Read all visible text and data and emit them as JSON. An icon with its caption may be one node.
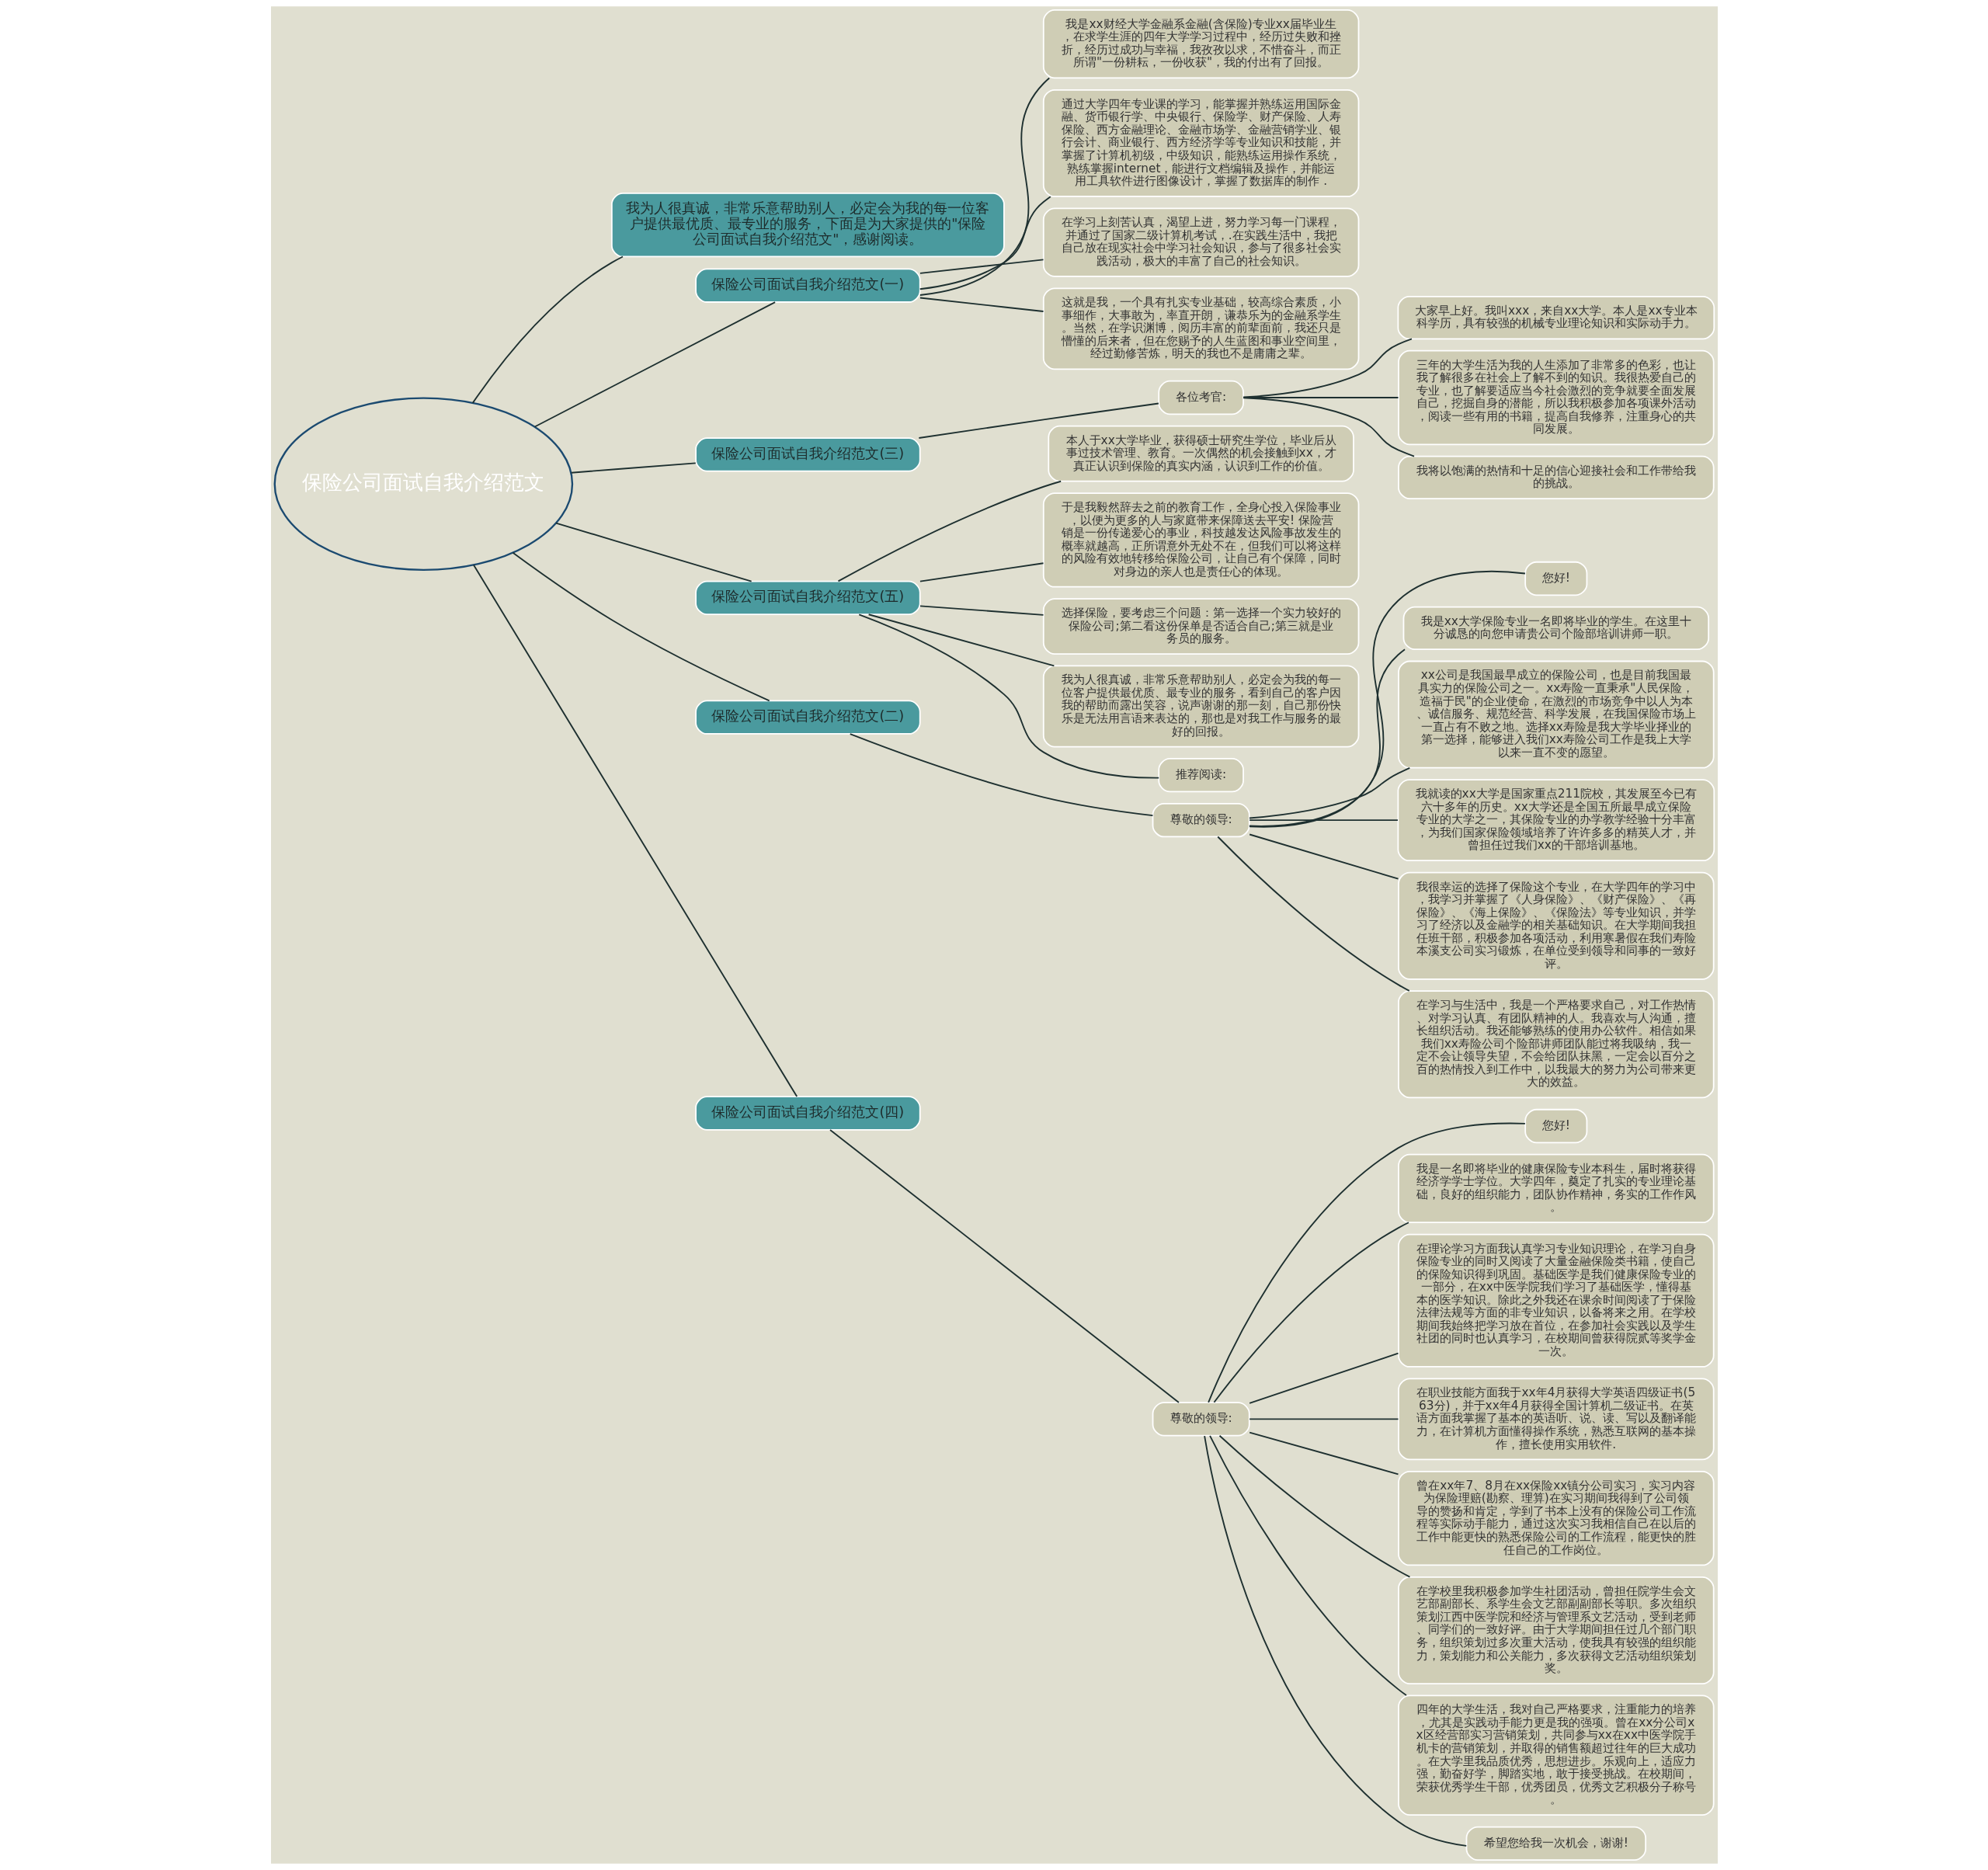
{
  "diagram": {
    "nodes": [
      {
        "text": [
          "保险公司面试自我介绍范文"
        ]
      },
      {
        "text": [
          "我为人很真诚，非常乐意帮助别人，必定会为我的每一位客户提供最优质、最专业的服务，下面是为大家提供的\"保险公司面试自我介绍范文\"，感谢阅读。"
        ]
      },
      {
        "text": [
          "保险公司面试自我介绍范文(一)"
        ]
      },
      {
        "text": [
          "我是xx财经大学金融系金融(含保险)专业xx届毕业生，在求学生涯的四年大学学习过程中，经历过失败和挫折，经历过成功与幸福，我孜孜以求，不惜奋斗，而正所谓\"一份耕耘，一份收获\"，我的付出有了回报。"
        ]
      },
      {
        "text": [
          "通过大学四年专业课的学习，能掌握并熟练运用国际金融、货币银行学、中央银行、保险学、财产保险、人寿保险、西方金融理论、金融市场学、金融营销学业、银行会计、商业银行、西方经济学等专业知识和技能，并掌握了计算机初级，中级知识，能熟练运用操作系统，熟练掌握internet，能进行文档编辑及操作，并能运用工具软件进行图像设计，掌握了数据库的制作 ."
        ]
      },
      {
        "text": [
          "在学习上刻苦认真，渴望上进，努力学习每一门课程，并通过了国家二级计算机考试，.在实践生活中，我把自己放在现实社会中学习社会知识，参与了很多社会实践活动，极大的丰富了自己的社会知识。"
        ]
      },
      {
        "text": [
          "这就是我，一个具有扎实专业基础，较高综合素质，小事细作，大事敢为，率直开朗，谦恭乐为的金融系学生。当然，在学识渊博，阅历丰富的前辈面前，我还只是懵懂的后来者，但在您赐予的人生蓝图和事业空间里，经过勤修苦炼，明天的我也不是庸庸之辈。"
        ]
      },
      {
        "text": [
          "保险公司面试自我介绍范文(三)"
        ]
      },
      {
        "text": [
          "各位考官:"
        ]
      },
      {
        "text": [
          "大家早上好。我叫xxx，来自xx大学。本人是xx专业本科学历，具有较强的机械专业理论知识和实际动手力。"
        ]
      },
      {
        "text": [
          "三年的大学生活为我的人生添加了非常多的色彩，也让我了解很多在社会上了解不到的知识。我很热爱自己的专业，也了解要适应当今社会激烈的竞争就要全面发展自己，挖掘自身的潜能，所以我积极参加各项课外活动，阅读一些有用的书籍，提高自我修养，注重身心的共同发展。"
        ]
      },
      {
        "text": [
          "我将以饱满的热情和十足的信心迎接社会和工作带给我的挑战。"
        ]
      },
      {
        "text": [
          "保险公司面试自我介绍范文(五)"
        ]
      },
      {
        "text": [
          "本人于xx大学毕业，获得硕士研究生学位，毕业后从事过技术管理、教育。一次偶然的机会接触到xx，才真正认识到保险的真实内涵，认识到工作的价值。"
        ]
      },
      {
        "text": [
          "于是我毅然辞去之前的教育工作，全身心投入保险事业，以便为更多的人与家庭带来保障送去平安! 保险营销是一份传递爱心的事业，科技越发达风险事故发生的概率就越高，正所谓意外无处不在，但我们可以将这样的风险有效地转移给保险公司，让自己有个保障，同时对身边的亲人也是责任心的体现。"
        ]
      },
      {
        "text": [
          "选择保险，要考虑三个问题：第一选择一个实力较好的保险公司;第二看这份保单是否适合自己;第三就是业务员的服务。"
        ]
      },
      {
        "text": [
          "我为人很真诚，非常乐意帮助别人，必定会为我的每一位客户提供最优质、最专业的服务，看到自己的客户因我的帮助而露出笑容，说声谢谢的那一刻，自己那份快乐是无法用言语来表达的，那也是对我工作与服务的最好的回报。"
        ]
      },
      {
        "text": [
          "推荐阅读:"
        ]
      },
      {
        "text": [
          "保险公司面试自我介绍范文(二)"
        ]
      },
      {
        "text": [
          "尊敬的领导:"
        ]
      },
      {
        "text": [
          "您好!"
        ]
      },
      {
        "text": [
          "我是xx大学保险专业一名即将毕业的学生。在这里十分诚恳的向您申请贵公司个险部培训讲师一职。"
        ]
      },
      {
        "text": [
          "xx公司是我国最早成立的保险公司，也是目前我国最具实力的保险公司之一。xx寿险一直秉承\"人民保险，造福于民\"的企业使命，在激烈的市场竞争中以人为本、诚信服务、规范经营、科学发展，在我国保险市场上一直占有不败之地。选择xx寿险是我大学毕业择业的第一选择，能够进入我们xx寿险公司工作是我上大学以来一直不变的愿望。"
        ]
      },
      {
        "text": [
          "我就读的xx大学是国家重点211院校，其发展至今已有六十多年的历史。xx大学还是全国五所最早成立保险专业的大学之一，其保险专业的办学教学经验十分丰富，为我们国家保险领域培养了许许多多的精英人才，并曾担任过我们xx的干部培训基地。"
        ]
      },
      {
        "text": [
          "我很幸运的选择了保险这个专业，在大学四年的学习中，我学习并掌握了《人身保险》、《财产保险》、《再保险》、《海上保险》、《保险法》等专业知识，并学习了经济以及金融学的相关基础知识。在大学期间我担任班干部，积极参加各项活动，利用寒暑假在我们寿险本溪支公司实习锻炼，在单位受到领导和同事的一致好评。"
        ]
      },
      {
        "text": [
          "在学习与生活中，我是一个严格要求自己，对工作热情、对学习认真、有团队精神的人。我喜欢与人沟通，擅长组织活动。我还能够熟练的使用办公软件。相信如果我们xx寿险公司个险部讲师团队能过将我吸纳，我一定不会让领导失望，不会给团队抹黑，一定会以百分之百的热情投入到工作中，以我最大的努力为公司带来更大的效益。"
        ]
      },
      {
        "text": [
          "保险公司面试自我介绍范文(四)"
        ]
      },
      {
        "text": [
          "尊敬的领导:"
        ]
      },
      {
        "text": [
          "您好!"
        ]
      },
      {
        "text": [
          "我是一名即将毕业的健康保险专业本科生，届时将获得经济学学士学位。大学四年，奠定了扎实的专业理论基础，良好的组织能力，团队协作精神，务实的工作作风。"
        ]
      },
      {
        "text": [
          "在理论学习方面我认真学习专业知识理论，在学习自身保险专业的同时又阅读了大量金融保险类书籍，使自己的保险知识得到巩固。基础医学是我们健康保险专业的一部分，在xx中医学院我们学习了基础医学，懂得基本的医学知识。除此之外我还在课余时间阅读了于保险法律法规等方面的非专业知识，以备将来之用。在学校期间我始终把学习放在首位，在参加社会实践以及学生社团的同时也认真学习，在校期间曾获得院贰等奖学金一次。"
        ]
      },
      {
        "text": [
          "在职业技能方面我于xx年4月获得大学英语四级证书(563分)，并于xx年4月获得全国计算机二级证书。在英语方面我掌握了基本的英语听、说、读、写以及翻译能力，在计算机方面懂得操作系统，熟悉互联网的基本操作，擅长使用实用软件."
        ]
      },
      {
        "text": [
          "曾在xx年7、8月在xx保险xx镇分公司实习，实习内容为保险理赔(勘察、理算)在实习期间我得到了公司领导的赞扬和肯定，学到了书本上没有的保险公司工作流程等实际动手能力，通过这次实习我相信自己在以后的工作中能更快的熟悉保险公司的工作流程，能更快的胜任自己的工作岗位。"
        ]
      },
      {
        "text": [
          "在学校里我积极参加学生社团活动，曾担任院学生会文艺部副部长、系学生会文艺部副副部长等职。多次组织策划江西中医学院和经济与管理系文艺活动，受到老师、同学们的一致好评。由于大学期间担任过几个部门职务，组织策划过多次重大活动，使我具有较强的组织能力，策划能力和公关能力，多次获得文艺活动组织策划奖。"
        ]
      },
      {
        "text": [
          "四年的大学生活，我对自己严格要求，注重能力的培养，尤其是实践动手能力更是我的强项。曾在xx分公司xx区经营部实习营销策划，共同参与xx在xx中医学院手机卡的营销策划，并取得的销售额超过往年的巨大成功。在大学里我品质优秀，思想进步。乐观向上，适应力强，勤奋好学，脚踏实地，敢于接受挑战。在校期间，荣获优秀学生干部，优秀团员，优秀文艺积极分子称号。"
        ]
      },
      {
        "text": [
          "希望您给我一次机会，谢谢!"
        ]
      }
    ],
    "edges": [
      {
        "from": 0,
        "to": 1,
        "arrow": "none"
      },
      {
        "from": 0,
        "to": 2,
        "arrow": "none"
      },
      {
        "from": 2,
        "to": 3,
        "arrow": "none"
      },
      {
        "from": 2,
        "to": 4,
        "arrow": "none"
      },
      {
        "from": 2,
        "to": 5,
        "arrow": "none"
      },
      {
        "from": 2,
        "to": 6,
        "arrow": "none"
      },
      {
        "from": 0,
        "to": 7,
        "arrow": "none"
      },
      {
        "from": 7,
        "to": 8,
        "arrow": "none"
      },
      {
        "from": 8,
        "to": 9,
        "arrow": "none"
      },
      {
        "from": 8,
        "to": 10,
        "arrow": "none"
      },
      {
        "from": 8,
        "to": 11,
        "arrow": "none"
      },
      {
        "from": 0,
        "to": 12,
        "arrow": "none"
      },
      {
        "from": 12,
        "to": 13,
        "arrow": "none"
      },
      {
        "from": 12,
        "to": 14,
        "arrow": "none"
      },
      {
        "from": 12,
        "to": 15,
        "arrow": "none"
      },
      {
        "from": 12,
        "to": 16,
        "arrow": "none"
      },
      {
        "from": 12,
        "to": 17,
        "arrow": "none"
      },
      {
        "from": 0,
        "to": 18,
        "arrow": "none"
      },
      {
        "from": 18,
        "to": 19,
        "arrow": "none"
      },
      {
        "from": 19,
        "to": 20,
        "arrow": "none"
      },
      {
        "from": 19,
        "to": 21,
        "arrow": "none"
      },
      {
        "from": 19,
        "to": 22,
        "arrow": "none"
      },
      {
        "from": 19,
        "to": 23,
        "arrow": "none"
      },
      {
        "from": 19,
        "to": 24,
        "arrow": "none"
      },
      {
        "from": 19,
        "to": 25,
        "arrow": "none"
      },
      {
        "from": 0,
        "to": 26,
        "arrow": "none"
      },
      {
        "from": 26,
        "to": 27,
        "arrow": "none"
      },
      {
        "from": 27,
        "to": 28,
        "arrow": "none"
      },
      {
        "from": 27,
        "to": 29,
        "arrow": "none"
      },
      {
        "from": 27,
        "to": 30,
        "arrow": "none"
      },
      {
        "from": 27,
        "to": 31,
        "arrow": "none"
      },
      {
        "from": 27,
        "to": 32,
        "arrow": "none"
      },
      {
        "from": 27,
        "to": 33,
        "arrow": "none"
      },
      {
        "from": 27,
        "to": 34,
        "arrow": "none"
      },
      {
        "from": 27,
        "to": 35,
        "arrow": "none"
      }
    ]
  }
}
